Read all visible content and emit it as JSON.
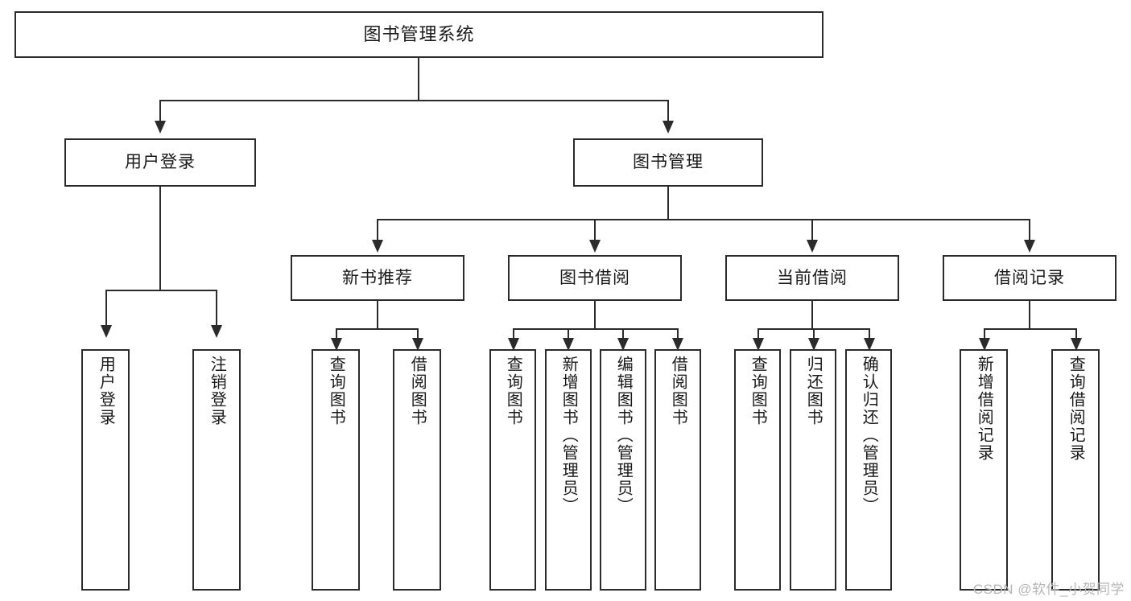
{
  "diagram": {
    "title": "图书管理系统",
    "type": "hierarchy-tree",
    "root": {
      "label": "图书管理系统"
    },
    "level2": [
      {
        "label": "用户登录"
      },
      {
        "label": "图书管理"
      }
    ],
    "level3": [
      {
        "label": "新书推荐"
      },
      {
        "label": "图书借阅"
      },
      {
        "label": "当前借阅"
      },
      {
        "label": "借阅记录"
      }
    ],
    "leaves": {
      "user_login": [
        {
          "label": "用户登录"
        },
        {
          "label": "注销登录"
        }
      ],
      "new_book_recommend": [
        {
          "label": "查询图书"
        },
        {
          "label": "借阅图书"
        }
      ],
      "book_borrow": [
        {
          "label": "查询图书"
        },
        {
          "label": "新增图书（管理员）"
        },
        {
          "label": "编辑图书（管理员）"
        },
        {
          "label": "借阅图书"
        }
      ],
      "current_borrow": [
        {
          "label": "查询图书"
        },
        {
          "label": "归还图书"
        },
        {
          "label": "确认归还（管理员）"
        }
      ],
      "borrow_record": [
        {
          "label": "新增借阅记录"
        },
        {
          "label": "查询借阅记录"
        }
      ]
    }
  },
  "watermark": {
    "text": "CSDN @软件_小贺同学"
  },
  "colors": {
    "stroke": "#2b2b2b",
    "fill": "#ffffff",
    "text": "#1a1a1a",
    "watermark": "#b6b6b6"
  }
}
